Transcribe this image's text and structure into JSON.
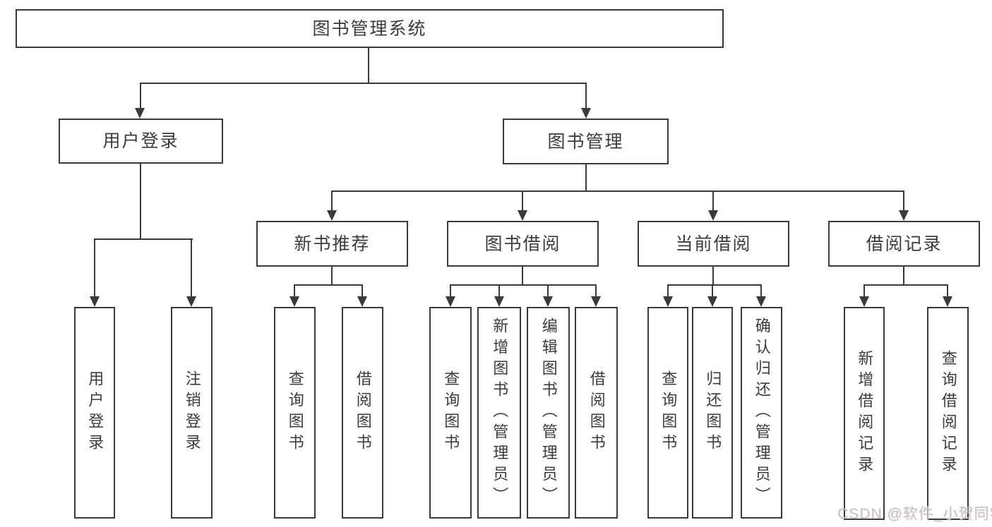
{
  "diagram": {
    "root_label": "图书管理系统",
    "branches": [
      {
        "label": "用户登录",
        "children": [
          "用户登录",
          "注销登录"
        ]
      },
      {
        "label": "图书管理",
        "sections": [
          {
            "label": "新书推荐",
            "children": [
              "查询图书",
              "借阅图书"
            ]
          },
          {
            "label": "图书借阅",
            "children": [
              "查询图书",
              "新增图书（管理员）",
              "编辑图书（管理员）",
              "借阅图书"
            ]
          },
          {
            "label": "当前借阅",
            "children": [
              "查询图书",
              "归还图书",
              "确认归还（管理员）"
            ]
          },
          {
            "label": "借阅记录",
            "children": [
              "新增借阅记录",
              "查询借阅记录"
            ]
          }
        ]
      }
    ]
  },
  "watermark": {
    "text": "CSDN @软件_小贺同学",
    "color": "#c6c6c6"
  },
  "colors": {
    "line": "#3a3a3a",
    "text": "#3c3c3c",
    "background": "#ffffff"
  }
}
